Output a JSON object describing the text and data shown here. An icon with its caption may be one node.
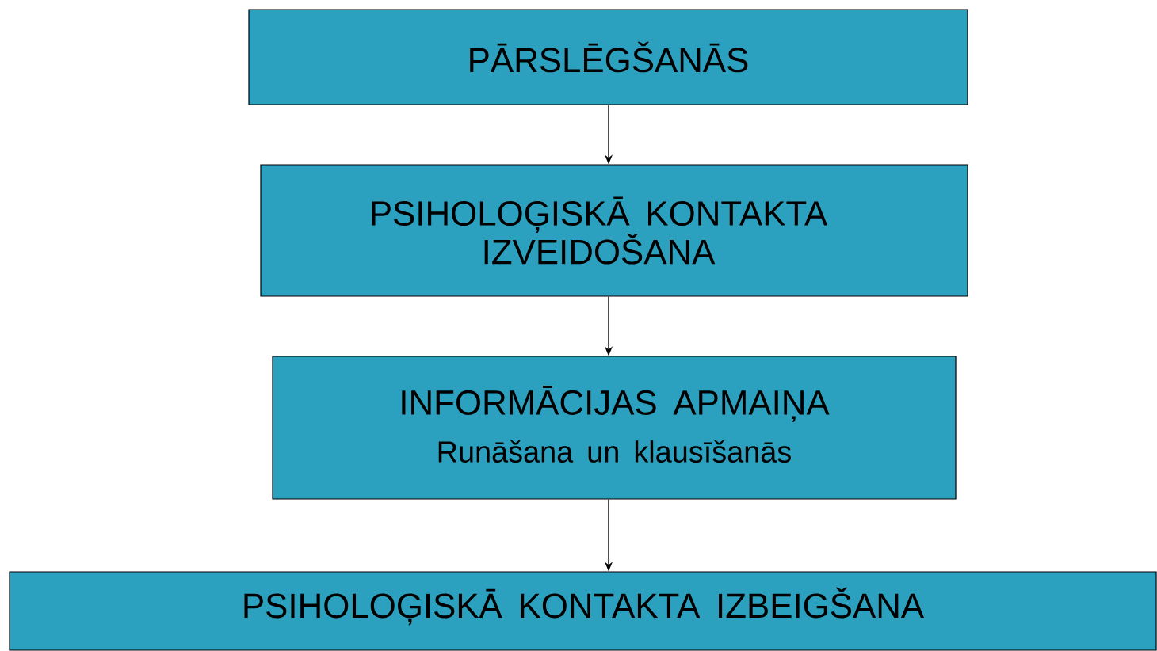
{
  "diagram": {
    "nodes": [
      {
        "text": [
          "PĀRSLĒGŠANĀS"
        ]
      },
      {
        "text": [
          "PSIHOLOĢISKĀ KONTAKTA IZVEIDOŠANA"
        ]
      },
      {
        "text": [
          "INFORMĀCIJAS APMAIŅA",
          "Runāšana un klausīšanās"
        ]
      },
      {
        "text": [
          "PSIHOLOĢISKĀ KONTAKTA IZBEIGŠANA"
        ]
      }
    ],
    "edges": [
      {
        "from": 0,
        "to": 1,
        "arrow": "to"
      },
      {
        "from": 1,
        "to": 2,
        "arrow": "to"
      },
      {
        "from": 2,
        "to": 3,
        "arrow": "to"
      }
    ]
  }
}
